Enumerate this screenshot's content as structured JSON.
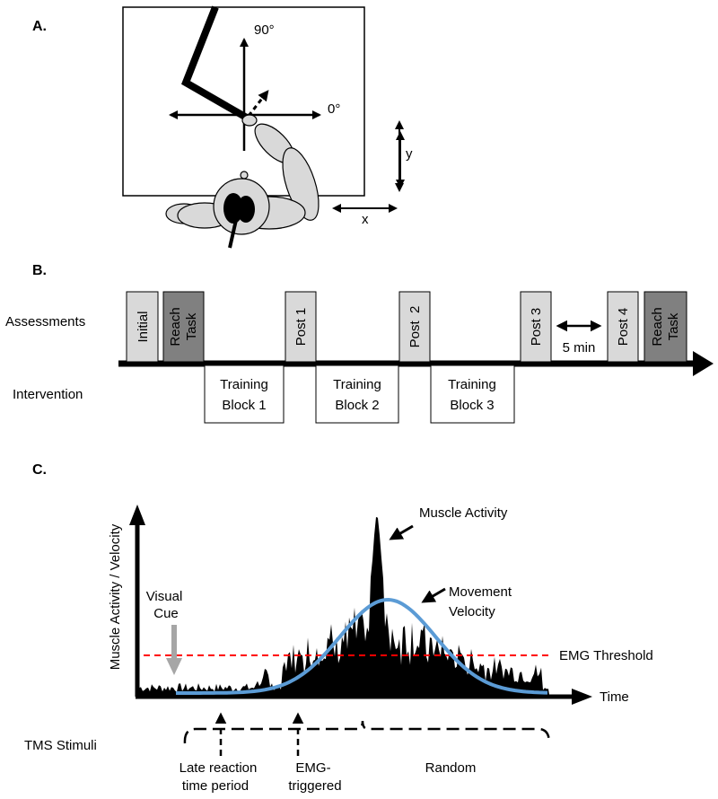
{
  "panel_a": {
    "label": "A.",
    "angle_90": "90°",
    "angle_0": "0°",
    "axis_y": "y",
    "axis_x": "x"
  },
  "panel_b": {
    "label": "B.",
    "row_assessments": "Assessments",
    "row_intervention": "Intervention",
    "assessments": [
      {
        "label": "Initial",
        "color": "#d9d9d9"
      },
      {
        "label": "Reach Task",
        "color": "#808080"
      },
      {
        "label": "Post 1",
        "color": "#d9d9d9"
      },
      {
        "label": "Post  2",
        "color": "#d9d9d9"
      },
      {
        "label": "Post 3",
        "color": "#d9d9d9"
      },
      {
        "label": "Post 4",
        "color": "#d9d9d9"
      },
      {
        "label": "Reach Task",
        "color": "#808080"
      }
    ],
    "interval": "5 min",
    "training_blocks": [
      {
        "line1": "Training",
        "line2": "Block 1"
      },
      {
        "line1": "Training",
        "line2": "Block 2"
      },
      {
        "line1": "Training",
        "line2": "Block 3"
      }
    ]
  },
  "panel_c": {
    "label": "C.",
    "ylabel": "Muscle Activity / Velocity",
    "xlabel": "Time",
    "visual_cue_1": "Visual",
    "visual_cue_2": "Cue",
    "muscle_activity": "Muscle Activity",
    "movement_velocity_1": "Movement",
    "movement_velocity_2": "Velocity",
    "emg_threshold": "EMG Threshold",
    "tms_stimuli": "TMS Stimuli",
    "late_rt_1": "Late reaction",
    "late_rt_2": "time period",
    "emg_trig_1": "EMG-",
    "emg_trig_2": "triggered",
    "random": "Random",
    "threshold_color": "#ff0000",
    "velocity_color": "#5b9bd5",
    "cue_arrow_color": "#a6a6a6"
  }
}
